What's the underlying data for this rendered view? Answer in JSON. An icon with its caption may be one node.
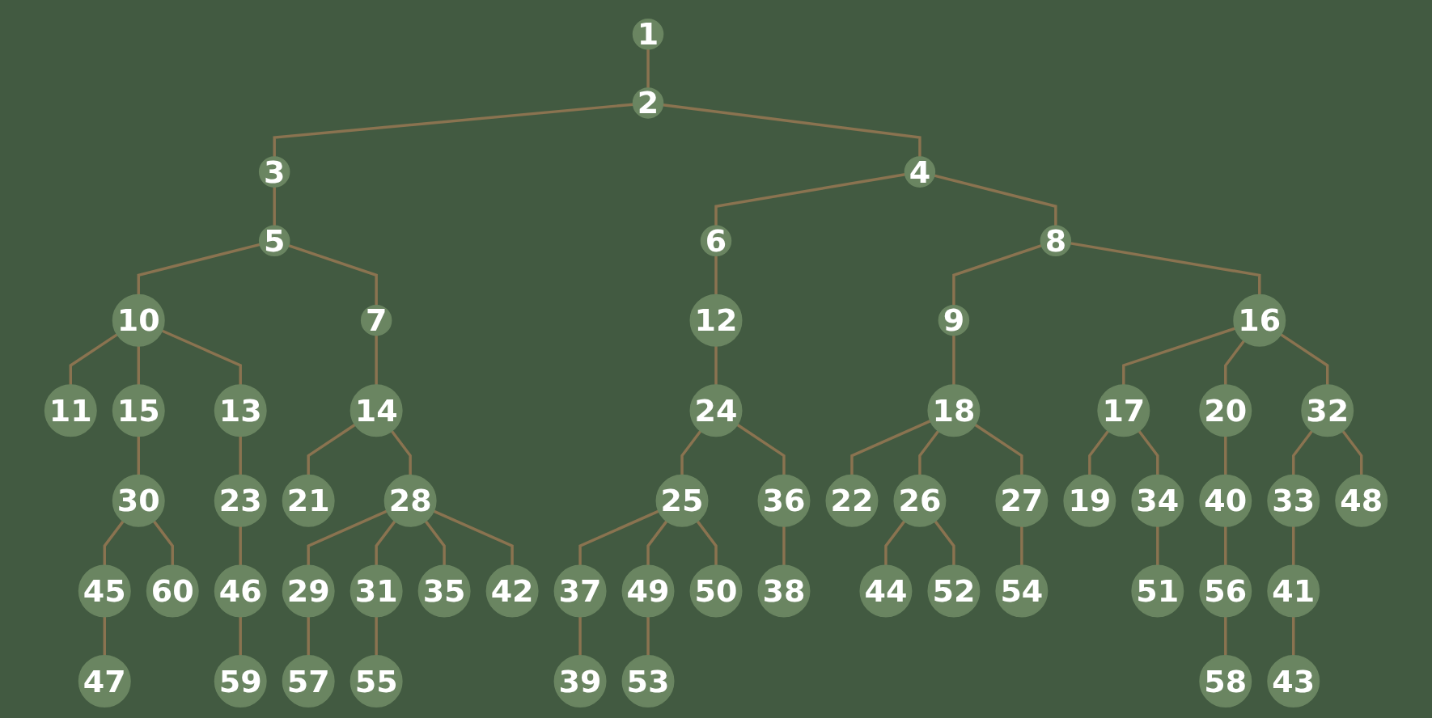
{
  "diagram": {
    "nodes": [
      {
        "text": [
          "1"
        ]
      },
      {
        "text": [
          "2"
        ]
      },
      {
        "text": [
          "3"
        ]
      },
      {
        "text": [
          "4"
        ]
      },
      {
        "text": [
          "5"
        ]
      },
      {
        "text": [
          "6"
        ]
      },
      {
        "text": [
          "8"
        ]
      },
      {
        "text": [
          "10"
        ]
      },
      {
        "text": [
          "7"
        ]
      },
      {
        "text": [
          "12"
        ]
      },
      {
        "text": [
          "9"
        ]
      },
      {
        "text": [
          "16"
        ]
      },
      {
        "text": [
          "11"
        ]
      },
      {
        "text": [
          "15"
        ]
      },
      {
        "text": [
          "13"
        ]
      },
      {
        "text": [
          "14"
        ]
      },
      {
        "text": [
          "24"
        ]
      },
      {
        "text": [
          "18"
        ]
      },
      {
        "text": [
          "17"
        ]
      },
      {
        "text": [
          "20"
        ]
      },
      {
        "text": [
          "32"
        ]
      },
      {
        "text": [
          "30"
        ]
      },
      {
        "text": [
          "23"
        ]
      },
      {
        "text": [
          "21"
        ]
      },
      {
        "text": [
          "28"
        ]
      },
      {
        "text": [
          "25"
        ]
      },
      {
        "text": [
          "36"
        ]
      },
      {
        "text": [
          "22"
        ]
      },
      {
        "text": [
          "26"
        ]
      },
      {
        "text": [
          "27"
        ]
      },
      {
        "text": [
          "19"
        ]
      },
      {
        "text": [
          "34"
        ]
      },
      {
        "text": [
          "40"
        ]
      },
      {
        "text": [
          "33"
        ]
      },
      {
        "text": [
          "48"
        ]
      },
      {
        "text": [
          "45"
        ]
      },
      {
        "text": [
          "60"
        ]
      },
      {
        "text": [
          "46"
        ]
      },
      {
        "text": [
          "29"
        ]
      },
      {
        "text": [
          "31"
        ]
      },
      {
        "text": [
          "35"
        ]
      },
      {
        "text": [
          "42"
        ]
      },
      {
        "text": [
          "37"
        ]
      },
      {
        "text": [
          "49"
        ]
      },
      {
        "text": [
          "50"
        ]
      },
      {
        "text": [
          "38"
        ]
      },
      {
        "text": [
          "44"
        ]
      },
      {
        "text": [
          "52"
        ]
      },
      {
        "text": [
          "54"
        ]
      },
      {
        "text": [
          "51"
        ]
      },
      {
        "text": [
          "56"
        ]
      },
      {
        "text": [
          "41"
        ]
      },
      {
        "text": [
          "47"
        ]
      },
      {
        "text": [
          "59"
        ]
      },
      {
        "text": [
          "57"
        ]
      },
      {
        "text": [
          "55"
        ]
      },
      {
        "text": [
          "39"
        ]
      },
      {
        "text": [
          "53"
        ]
      },
      {
        "text": [
          "58"
        ]
      },
      {
        "text": [
          "43"
        ]
      }
    ],
    "edges": [
      {
        "from": 0,
        "to": 1,
        "arrow": "none"
      },
      {
        "from": 1,
        "to": 2,
        "arrow": "none"
      },
      {
        "from": 1,
        "to": 3,
        "arrow": "none"
      },
      {
        "from": 2,
        "to": 4,
        "arrow": "none"
      },
      {
        "from": 3,
        "to": 5,
        "arrow": "none"
      },
      {
        "from": 3,
        "to": 6,
        "arrow": "none"
      },
      {
        "from": 4,
        "to": 7,
        "arrow": "none"
      },
      {
        "from": 4,
        "to": 8,
        "arrow": "none"
      },
      {
        "from": 5,
        "to": 9,
        "arrow": "none"
      },
      {
        "from": 6,
        "to": 10,
        "arrow": "none"
      },
      {
        "from": 6,
        "to": 11,
        "arrow": "none"
      },
      {
        "from": 7,
        "to": 12,
        "arrow": "none"
      },
      {
        "from": 7,
        "to": 13,
        "arrow": "none"
      },
      {
        "from": 7,
        "to": 14,
        "arrow": "none"
      },
      {
        "from": 8,
        "to": 15,
        "arrow": "none"
      },
      {
        "from": 9,
        "to": 16,
        "arrow": "none"
      },
      {
        "from": 10,
        "to": 17,
        "arrow": "none"
      },
      {
        "from": 11,
        "to": 18,
        "arrow": "none"
      },
      {
        "from": 11,
        "to": 19,
        "arrow": "none"
      },
      {
        "from": 11,
        "to": 20,
        "arrow": "none"
      },
      {
        "from": 13,
        "to": 21,
        "arrow": "none"
      },
      {
        "from": 14,
        "to": 22,
        "arrow": "none"
      },
      {
        "from": 15,
        "to": 23,
        "arrow": "none"
      },
      {
        "from": 15,
        "to": 24,
        "arrow": "none"
      },
      {
        "from": 16,
        "to": 25,
        "arrow": "none"
      },
      {
        "from": 16,
        "to": 26,
        "arrow": "none"
      },
      {
        "from": 17,
        "to": 27,
        "arrow": "none"
      },
      {
        "from": 17,
        "to": 28,
        "arrow": "none"
      },
      {
        "from": 17,
        "to": 29,
        "arrow": "none"
      },
      {
        "from": 18,
        "to": 30,
        "arrow": "none"
      },
      {
        "from": 18,
        "to": 31,
        "arrow": "none"
      },
      {
        "from": 19,
        "to": 32,
        "arrow": "none"
      },
      {
        "from": 20,
        "to": 33,
        "arrow": "none"
      },
      {
        "from": 20,
        "to": 34,
        "arrow": "none"
      },
      {
        "from": 21,
        "to": 35,
        "arrow": "none"
      },
      {
        "from": 21,
        "to": 36,
        "arrow": "none"
      },
      {
        "from": 22,
        "to": 37,
        "arrow": "none"
      },
      {
        "from": 24,
        "to": 38,
        "arrow": "none"
      },
      {
        "from": 24,
        "to": 39,
        "arrow": "none"
      },
      {
        "from": 24,
        "to": 40,
        "arrow": "none"
      },
      {
        "from": 24,
        "to": 41,
        "arrow": "none"
      },
      {
        "from": 25,
        "to": 42,
        "arrow": "none"
      },
      {
        "from": 25,
        "to": 43,
        "arrow": "none"
      },
      {
        "from": 25,
        "to": 44,
        "arrow": "none"
      },
      {
        "from": 26,
        "to": 45,
        "arrow": "none"
      },
      {
        "from": 28,
        "to": 46,
        "arrow": "none"
      },
      {
        "from": 28,
        "to": 47,
        "arrow": "none"
      },
      {
        "from": 29,
        "to": 48,
        "arrow": "none"
      },
      {
        "from": 31,
        "to": 49,
        "arrow": "none"
      },
      {
        "from": 32,
        "to": 50,
        "arrow": "none"
      },
      {
        "from": 33,
        "to": 51,
        "arrow": "none"
      },
      {
        "from": 35,
        "to": 52,
        "arrow": "none"
      },
      {
        "from": 37,
        "to": 53,
        "arrow": "none"
      },
      {
        "from": 38,
        "to": 54,
        "arrow": "none"
      },
      {
        "from": 39,
        "to": 55,
        "arrow": "none"
      },
      {
        "from": 42,
        "to": 56,
        "arrow": "none"
      },
      {
        "from": 43,
        "to": 57,
        "arrow": "none"
      },
      {
        "from": 50,
        "to": 58,
        "arrow": "none"
      },
      {
        "from": 51,
        "to": 59,
        "arrow": "none"
      }
    ]
  }
}
